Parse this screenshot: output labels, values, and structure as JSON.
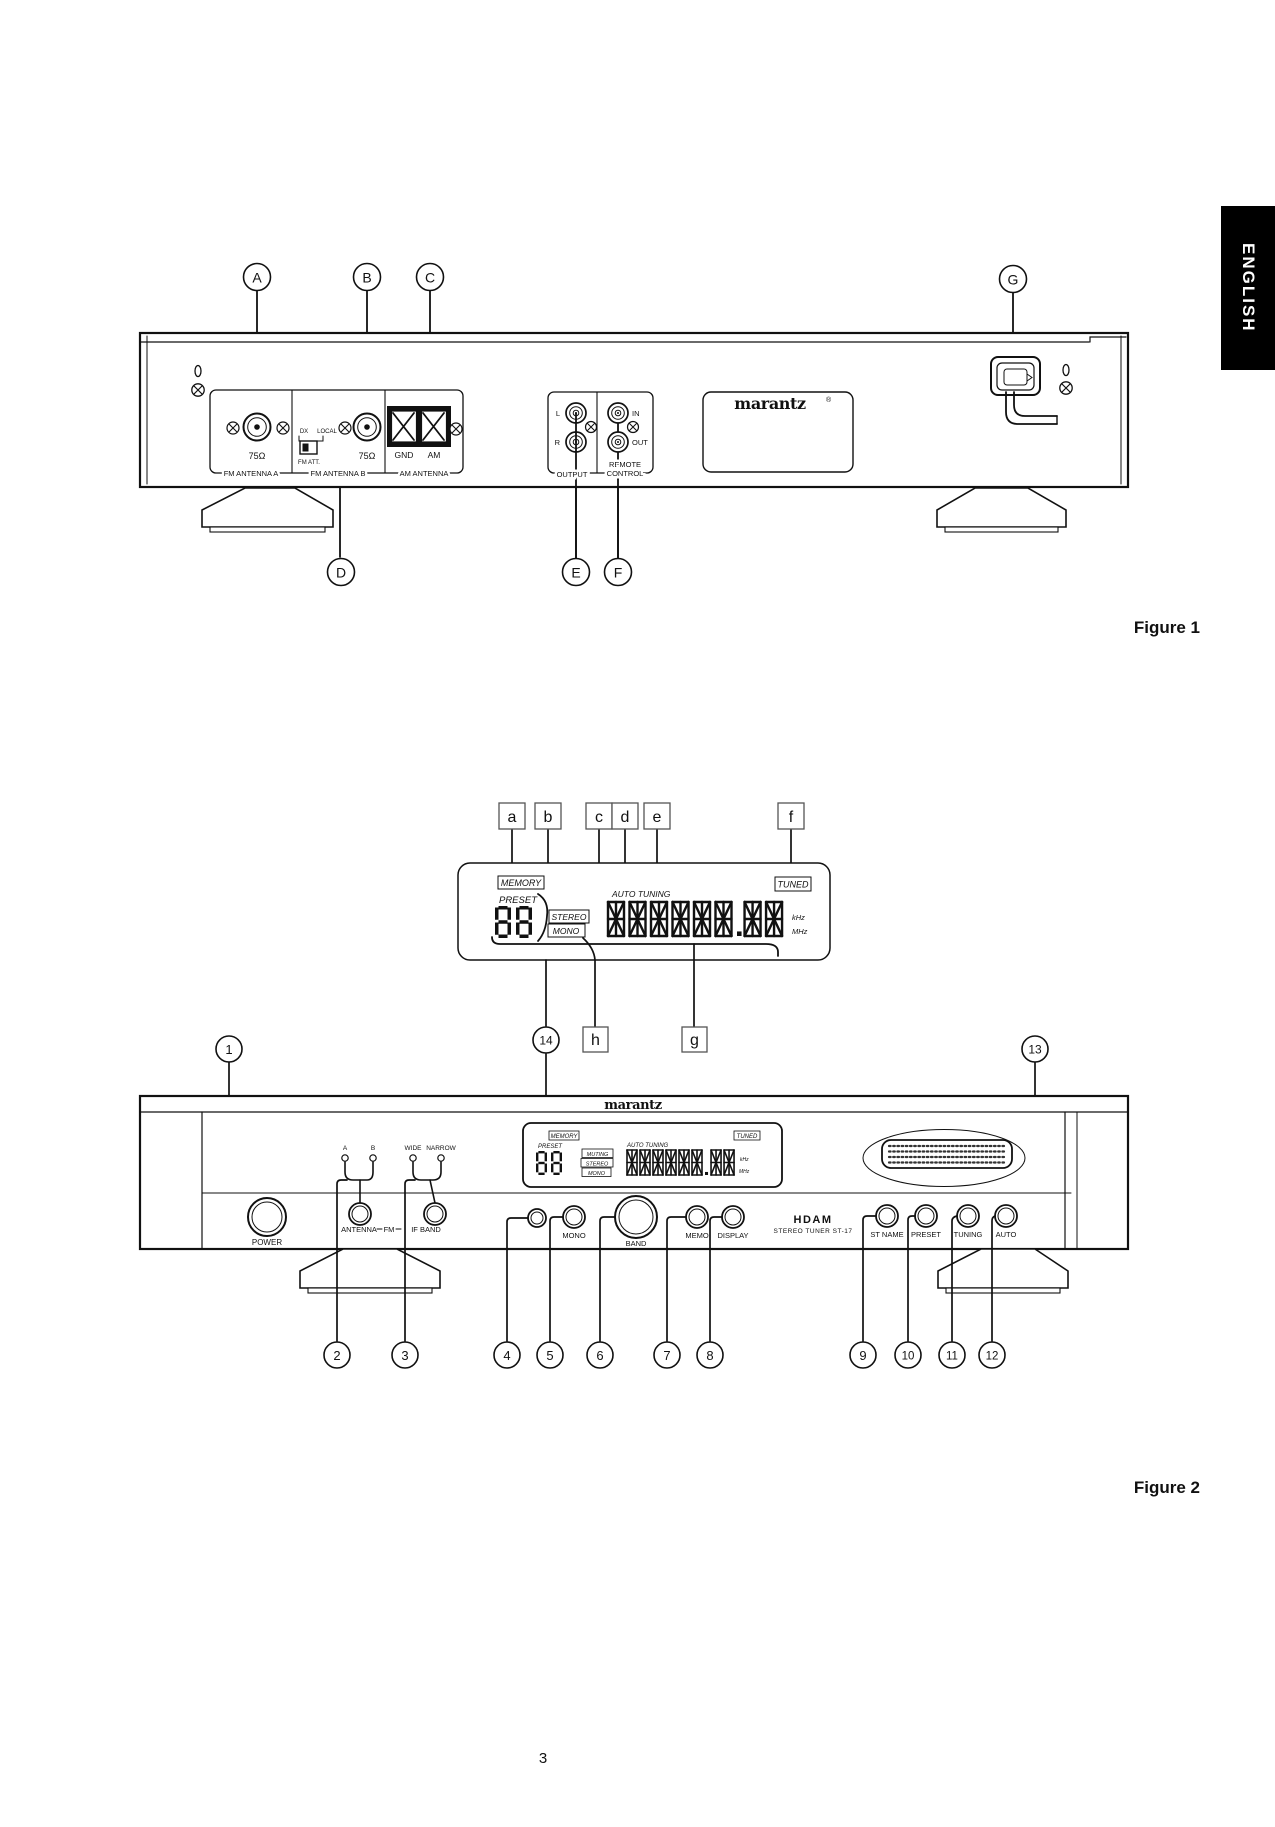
{
  "page": {
    "language_tab": "ENGLISH",
    "page_number": "3"
  },
  "figure1": {
    "caption": "Figure 1",
    "callouts": {
      "a": "A",
      "b": "B",
      "c": "C",
      "d": "D",
      "e": "E",
      "f": "F",
      "g": "G"
    },
    "rear_panel": {
      "fm_a_impedance": "75Ω",
      "fm_b_impedance": "75Ω",
      "att_dx": "DX",
      "att_local": "LOCAL",
      "att_label": "FM ATT.",
      "gnd": "GND",
      "am": "AM",
      "section_fm_a": "FM ANTENNA A",
      "section_fm_b": "FM ANTENNA B",
      "section_am": "AM ANTENNA",
      "out_l": "L",
      "out_r": "R",
      "section_output": "OUTPUT",
      "rc_in": "IN",
      "rc_out": "OUT",
      "section_remote_1": "REMOTE",
      "section_remote_2": "CONTROL",
      "brand": "marantz",
      "brand_reg": "®"
    }
  },
  "figure2": {
    "caption": "Figure 2",
    "letter_callouts": {
      "a": "a",
      "b": "b",
      "c": "c",
      "d": "d",
      "e": "e",
      "f": "f",
      "g": "g",
      "h": "h"
    },
    "number_callouts": {
      "n1": "1",
      "n2": "2",
      "n3": "3",
      "n4": "4",
      "n5": "5",
      "n6": "6",
      "n7": "7",
      "n8": "8",
      "n9": "9",
      "n10": "10",
      "n11": "11",
      "n12": "12",
      "n13": "13",
      "n14": "14"
    },
    "display": {
      "memory": "MEMORY",
      "preset": "PRESET",
      "preset_value": "88",
      "stereo": "STEREO",
      "mono": "MONO",
      "muting": "MUTING",
      "auto_tuning": "AUTO TUNING",
      "frequency_value": "888888.88",
      "tuned": "TUNED",
      "khz": "kHz",
      "mhz": "MHz"
    },
    "panel": {
      "brand": "marantz",
      "antenna_a": "A",
      "antenna_b": "B",
      "wide": "WIDE",
      "narrow": "NARROW",
      "power": "POWER",
      "antenna": "ANTENNA",
      "fm": "FM",
      "if_band": "IF BAND",
      "mono": "MONO",
      "band": "BAND",
      "memo": "MEMO",
      "display": "DISPLAY",
      "hdam": "HDAM",
      "model": "STEREO TUNER ST-17",
      "st_name": "ST NAME",
      "preset": "PRESET",
      "tuning": "TUNING",
      "auto": "AUTO"
    }
  }
}
